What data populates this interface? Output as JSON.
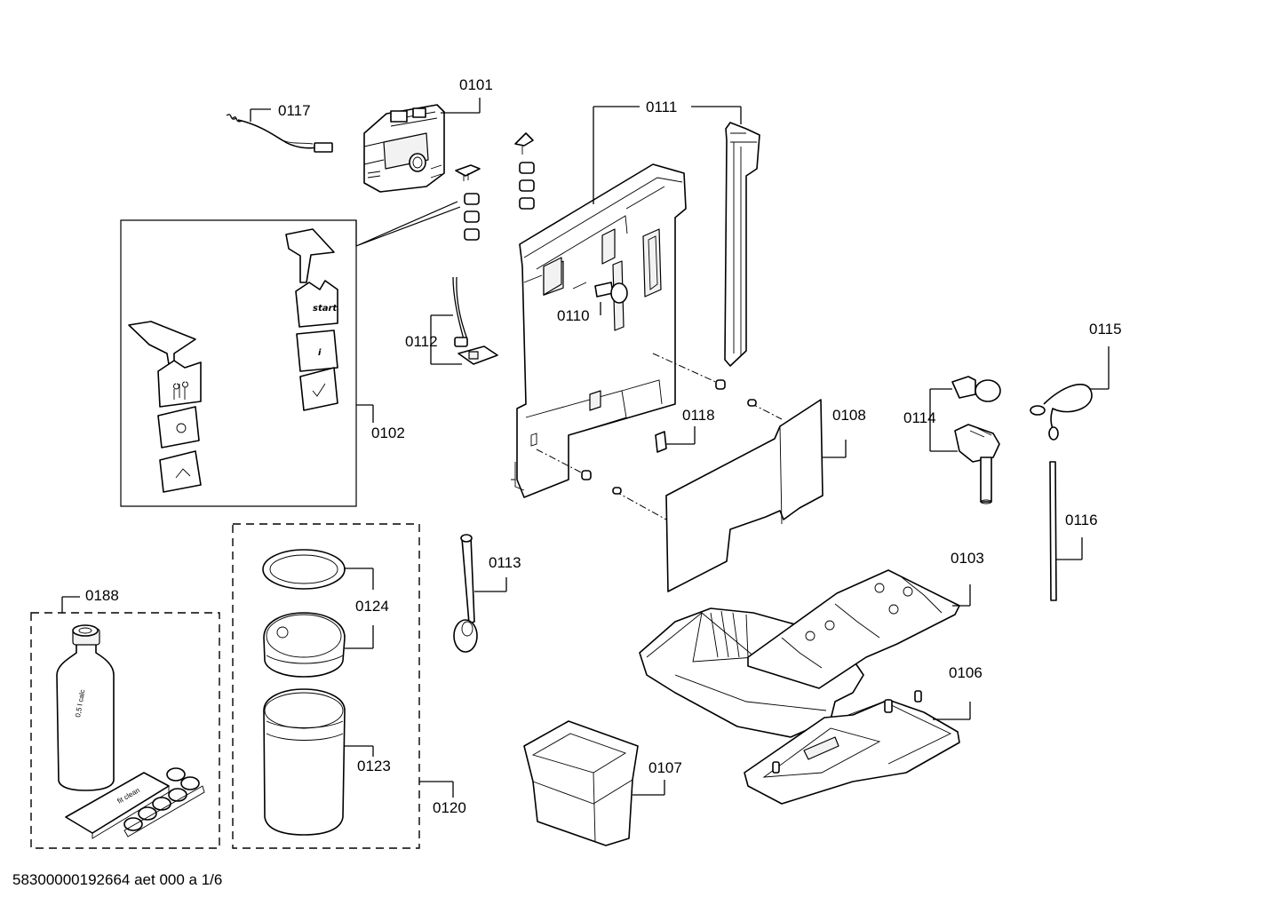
{
  "parts": [
    {
      "id": "p0101",
      "label": "0101"
    },
    {
      "id": "p0102",
      "label": "0102"
    },
    {
      "id": "p0103",
      "label": "0103"
    },
    {
      "id": "p0106",
      "label": "0106"
    },
    {
      "id": "p0107",
      "label": "0107"
    },
    {
      "id": "p0108",
      "label": "0108"
    },
    {
      "id": "p0110",
      "label": "0110"
    },
    {
      "id": "p0111",
      "label": "0111"
    },
    {
      "id": "p0112",
      "label": "0112"
    },
    {
      "id": "p0113",
      "label": "0113"
    },
    {
      "id": "p0114",
      "label": "0114"
    },
    {
      "id": "p0115",
      "label": "0115"
    },
    {
      "id": "p0116",
      "label": "0116"
    },
    {
      "id": "p0117",
      "label": "0117"
    },
    {
      "id": "p0118",
      "label": "0118"
    },
    {
      "id": "p0120",
      "label": "0120"
    },
    {
      "id": "p0123",
      "label": "0123"
    },
    {
      "id": "p0124",
      "label": "0124"
    },
    {
      "id": "p0188",
      "label": "0188"
    }
  ],
  "button_text": {
    "start": "start",
    "info": "i"
  },
  "product_text": {
    "bottle": "0,5 l calc",
    "pack": "fit clean"
  },
  "footer": "58300000192664 aet 000 a 1/6"
}
